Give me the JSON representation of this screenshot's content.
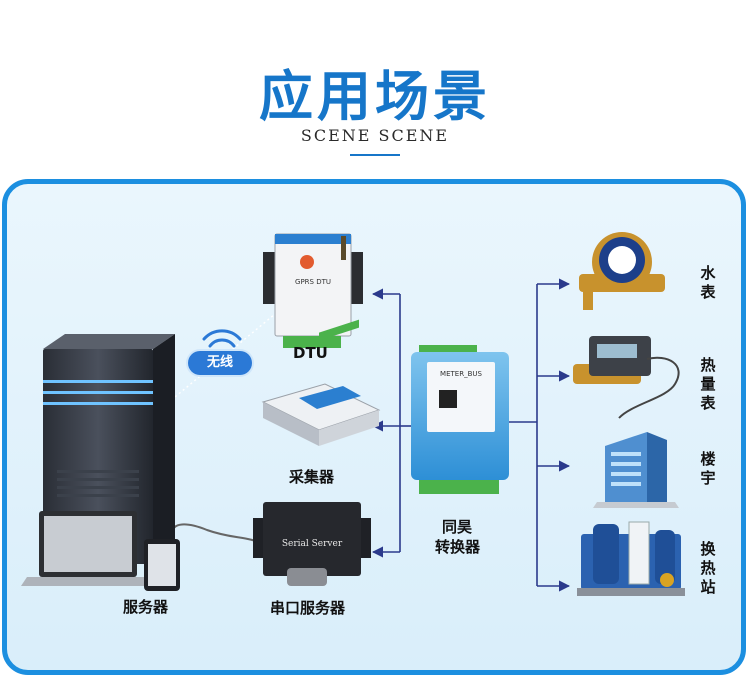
{
  "header": {
    "title": "应用场景",
    "subtitle": "SCENE SCENE"
  },
  "wireless_badge": "无线",
  "devices": {
    "server_label": "服务器",
    "dtu_label": "DTU",
    "dtu_device_text": "GPRS DTU",
    "collector_label": "采集器",
    "serial_server_label": "串口服务器",
    "serial_server_device_text": "Serial Server",
    "converter_label_line1": "同昊",
    "converter_label_line2": "转换器",
    "converter_device_text": "METER_BUS"
  },
  "endpoints": {
    "water_meter": "水表",
    "heat_meter": "热量表",
    "building": "楼宇",
    "heat_exchange_station": "换热站"
  },
  "colors": {
    "accent": "#1676c9",
    "panel_border": "#1c8fe0",
    "connector_line": "#2b3a8c"
  }
}
